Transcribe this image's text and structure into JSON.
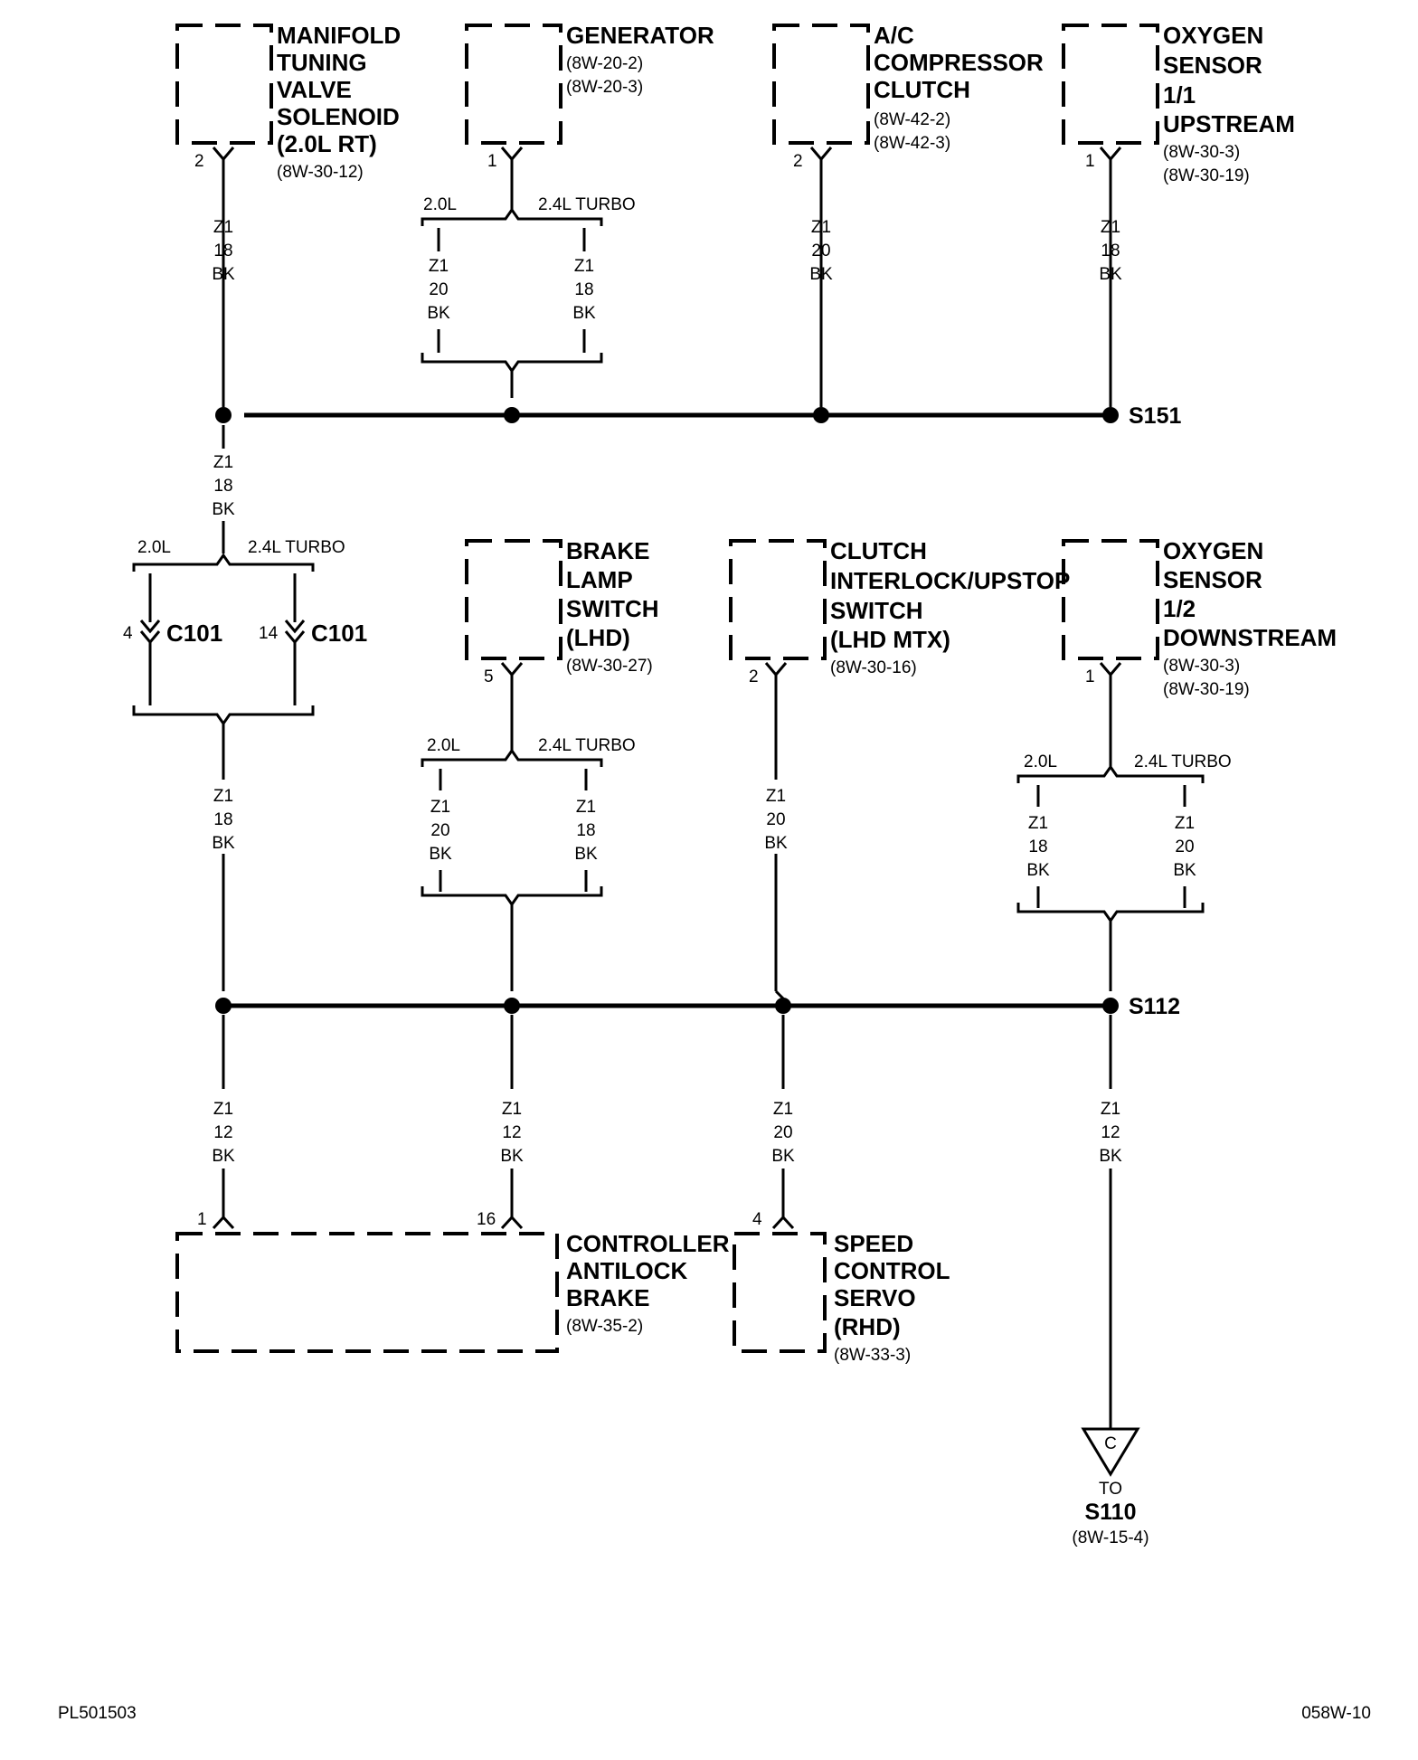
{
  "top_components": [
    {
      "lines": [
        "MANIFOLD",
        "TUNING",
        "VALVE",
        "SOLENOID",
        "(2.0L RT)"
      ],
      "refs": [
        "(8W-30-12)"
      ],
      "pin": "2",
      "wire": [
        "Z1",
        "18",
        "BK"
      ]
    },
    {
      "lines": [
        "GENERATOR"
      ],
      "refs": [
        "(8W-20-2)",
        "(8W-20-3)"
      ],
      "pin": "1",
      "options": {
        "left": "2.0L",
        "right": "2.4L TURBO",
        "left_wire": [
          "Z1",
          "20",
          "BK"
        ],
        "right_wire": [
          "Z1",
          "18",
          "BK"
        ]
      }
    },
    {
      "lines": [
        "A/C",
        "COMPRESSOR",
        "CLUTCH"
      ],
      "refs": [
        "(8W-42-2)",
        "(8W-42-3)"
      ],
      "pin": "2",
      "wire": [
        "Z1",
        "20",
        "BK"
      ]
    },
    {
      "lines": [
        "OXYGEN",
        "SENSOR",
        "1/1",
        "UPSTREAM"
      ],
      "refs": [
        "(8W-30-3)",
        "(8W-30-19)"
      ],
      "pin": "1",
      "wire": [
        "Z1",
        "18",
        "BK"
      ]
    }
  ],
  "splice_top": "S151",
  "trunk_wire": [
    "Z1",
    "18",
    "BK"
  ],
  "c101": {
    "left_option": "2.0L",
    "right_option": "2.4L TURBO",
    "left_pin": "4",
    "right_pin": "14",
    "label": "C101",
    "below_wire": [
      "Z1",
      "18",
      "BK"
    ]
  },
  "mid_components": [
    {
      "lines": [
        "BRAKE",
        "LAMP",
        "SWITCH",
        "(LHD)"
      ],
      "refs": [
        "(8W-30-27)"
      ],
      "pin": "5",
      "options": {
        "left": "2.0L",
        "right": "2.4L TURBO",
        "left_wire": [
          "Z1",
          "20",
          "BK"
        ],
        "right_wire": [
          "Z1",
          "18",
          "BK"
        ]
      }
    },
    {
      "lines": [
        "CLUTCH",
        "INTERLOCK/UPSTOP",
        "SWITCH",
        "(LHD MTX)"
      ],
      "refs": [
        "(8W-30-16)"
      ],
      "pin": "2",
      "wire": [
        "Z1",
        "20",
        "BK"
      ]
    },
    {
      "lines": [
        "OXYGEN",
        "SENSOR",
        "1/2",
        "DOWNSTREAM"
      ],
      "refs": [
        "(8W-30-3)",
        "(8W-30-19)"
      ],
      "pin": "1",
      "options": {
        "left": "2.0L",
        "right": "2.4L TURBO",
        "left_wire": [
          "Z1",
          "18",
          "BK"
        ],
        "right_wire": [
          "Z1",
          "20",
          "BK"
        ]
      }
    }
  ],
  "splice_bottom": "S112",
  "bottom_wires": [
    [
      "Z1",
      "12",
      "BK"
    ],
    [
      "Z1",
      "12",
      "BK"
    ],
    [
      "Z1",
      "20",
      "BK"
    ],
    [
      "Z1",
      "12",
      "BK"
    ]
  ],
  "bottom_components": [
    {
      "lines": [
        "CONTROLLER",
        "ANTILOCK",
        "BRAKE"
      ],
      "refs": [
        "(8W-35-2)"
      ],
      "pins": [
        "1",
        "16"
      ]
    },
    {
      "lines": [
        "SPEED",
        "CONTROL",
        "SERVO",
        "(RHD)"
      ],
      "refs": [
        "(8W-33-3)"
      ],
      "pins": [
        "4"
      ]
    }
  ],
  "ground": {
    "symbol": "C",
    "to": "TO",
    "target": "S110",
    "ref": "(8W-15-4)"
  },
  "footer": {
    "left": "PL501503",
    "right": "058W-10"
  }
}
